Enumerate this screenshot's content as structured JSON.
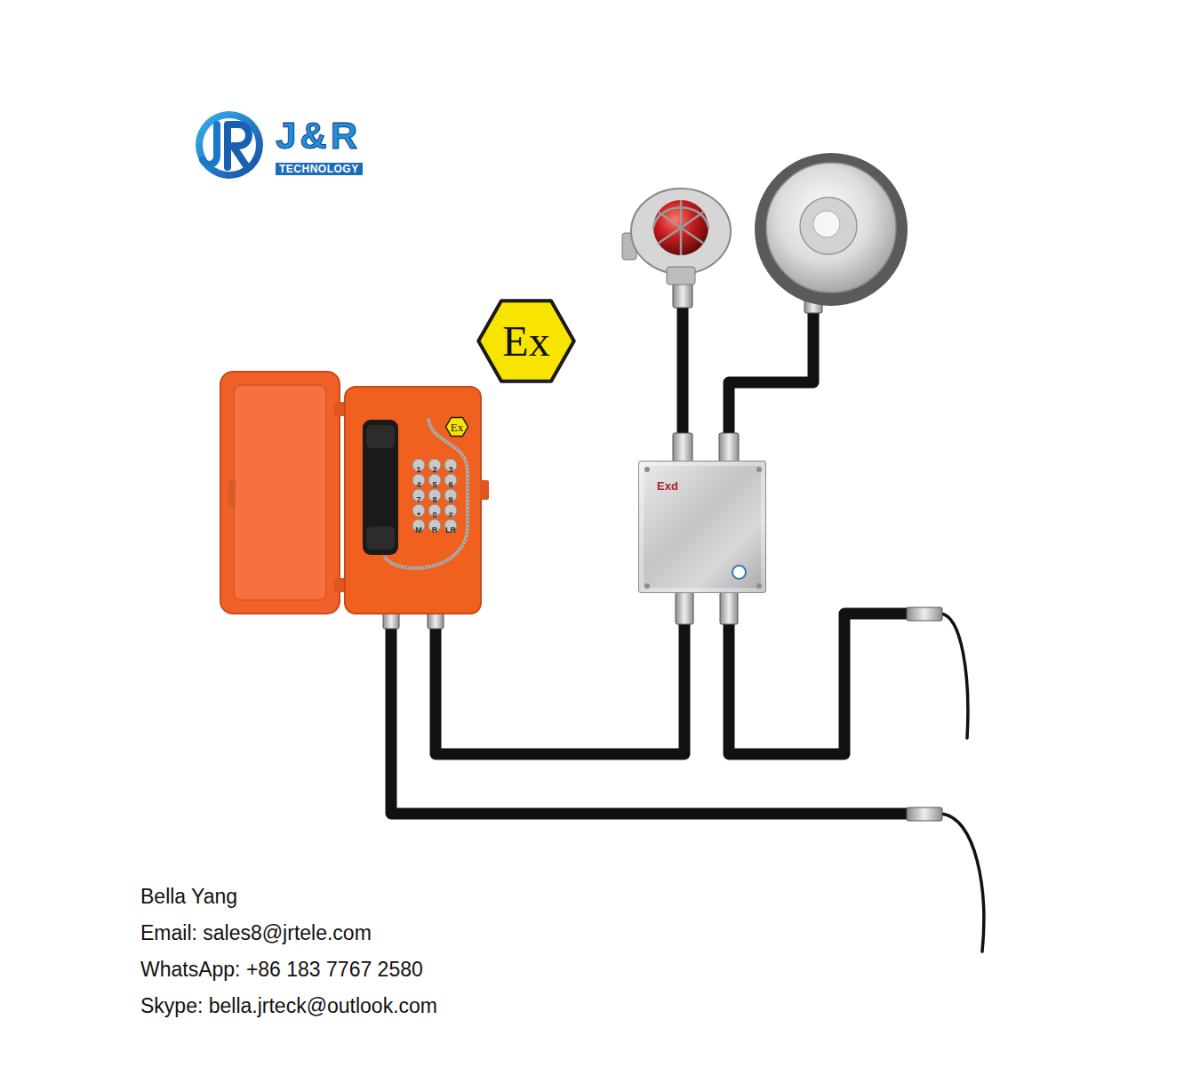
{
  "diagram": {
    "nodes": [
      {
        "text": [
          "Ex"
        ]
      },
      {
        "text": [
          "Ex"
        ]
      },
      {
        "text": [
          "Exd"
        ]
      }
    ],
    "labels": [
      "J&R",
      "TECHNOLOGY",
      "1",
      "2",
      "3",
      "4",
      "5",
      "6",
      "7",
      "8",
      "9",
      "*",
      "0",
      "#",
      "M",
      "R",
      "LR",
      "Bella Yang",
      "Email: sales8@jrtele.com",
      "WhatsApp: +86 183 7767 2580",
      "Skype: bella.jrteck@outlook.com"
    ]
  }
}
